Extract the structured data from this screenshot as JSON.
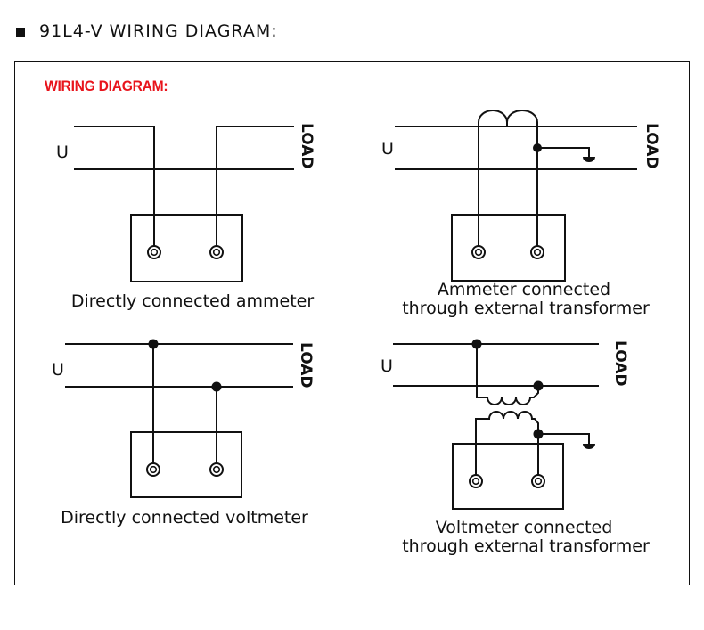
{
  "heading": {
    "text": "91L4-V WIRING DIAGRAM:",
    "bullet_icon": "square-bullet-icon"
  },
  "panel": {
    "title": "WIRING DIAGRAM:",
    "title_color": "#e8141c",
    "diagrams": [
      {
        "id": "direct-ammeter",
        "source_label": "U",
        "load_label": "LOAD",
        "caption": [
          "Directly connected ammeter"
        ]
      },
      {
        "id": "ct-ammeter",
        "source_label": "U",
        "load_label": "LOAD",
        "caption": [
          "Ammeter connected",
          "through external transformer"
        ]
      },
      {
        "id": "direct-voltmeter",
        "source_label": "U",
        "load_label": "LOAD",
        "caption": [
          "Directly connected voltmeter"
        ]
      },
      {
        "id": "pt-voltmeter",
        "source_label": "U",
        "load_label": "LOAD",
        "caption": [
          "Voltmeter connected",
          "through external transformer"
        ]
      }
    ]
  }
}
